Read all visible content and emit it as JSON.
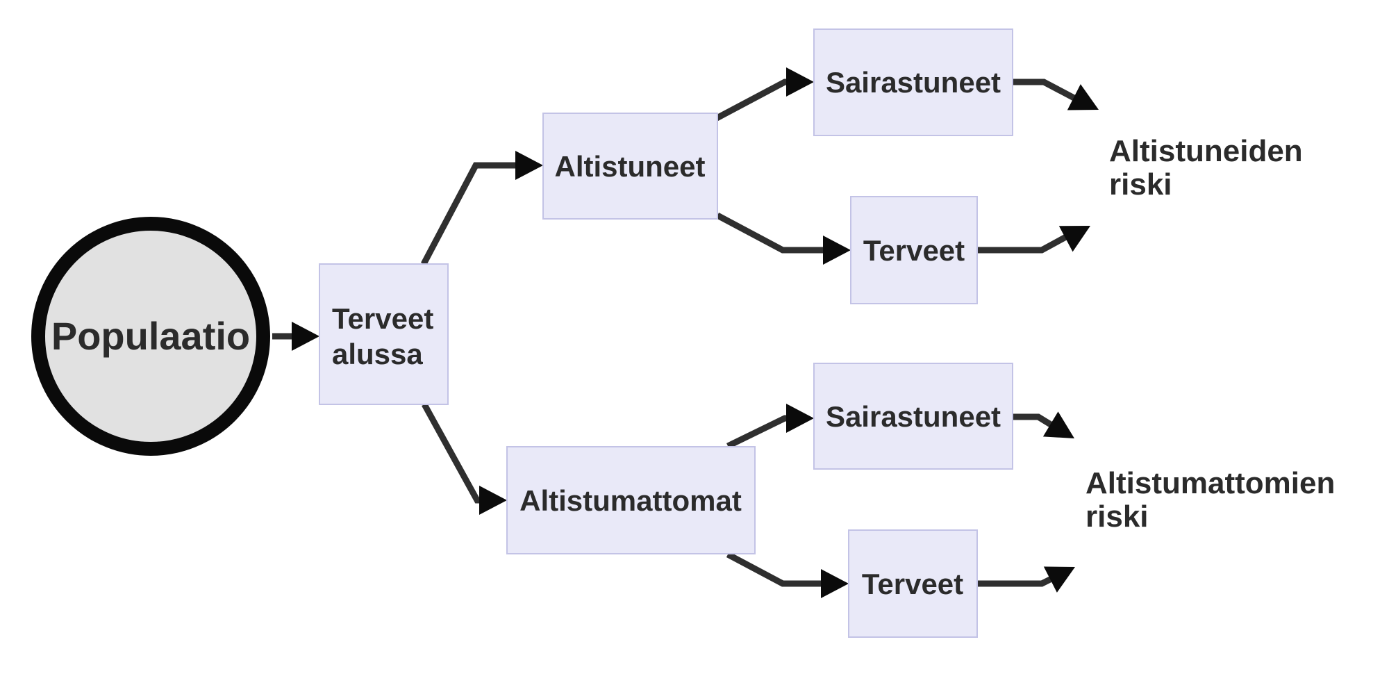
{
  "diagram_type": "cohort-study-flowchart",
  "colors": {
    "background": "#ffffff",
    "box_fill": "#e9e9f8",
    "box_border": "#c3c3e6",
    "circle_fill": "#e1e1e1",
    "circle_border": "#0a0a0a",
    "edge": "#2f2f2f",
    "arrowhead": "#0b0b0b",
    "text": "#2b2b2b"
  },
  "nodes": {
    "population": {
      "label": "Populaatio",
      "shape": "circle"
    },
    "start_healthy": {
      "line1": "Terveet",
      "line2": "alussa",
      "shape": "box"
    },
    "exposed": {
      "label": "Altistuneet",
      "shape": "box"
    },
    "unexposed": {
      "label": "Altistumattomat",
      "shape": "box"
    },
    "exposed_ill": {
      "label": "Sairastuneet",
      "shape": "box"
    },
    "exposed_healthy": {
      "label": "Terveet",
      "shape": "box"
    },
    "unexposed_ill": {
      "label": "Sairastuneet",
      "shape": "box"
    },
    "unexposed_healthy": {
      "label": "Terveet",
      "shape": "box"
    }
  },
  "labels": {
    "exposed_risk": {
      "line1": "Altistuneiden",
      "line2": "riski"
    },
    "unexposed_risk": {
      "line1": "Altistumattomien",
      "line2": "riski"
    }
  },
  "edges": [
    {
      "from": "population",
      "to": "start_healthy"
    },
    {
      "from": "start_healthy",
      "to": "exposed"
    },
    {
      "from": "start_healthy",
      "to": "unexposed"
    },
    {
      "from": "exposed",
      "to": "exposed_ill"
    },
    {
      "from": "exposed",
      "to": "exposed_healthy"
    },
    {
      "from": "unexposed",
      "to": "unexposed_ill"
    },
    {
      "from": "unexposed",
      "to": "unexposed_healthy"
    },
    {
      "from": "exposed_ill",
      "to": "exposed_risk"
    },
    {
      "from": "exposed_healthy",
      "to": "exposed_risk"
    },
    {
      "from": "unexposed_ill",
      "to": "unexposed_risk"
    },
    {
      "from": "unexposed_healthy",
      "to": "unexposed_risk"
    }
  ]
}
